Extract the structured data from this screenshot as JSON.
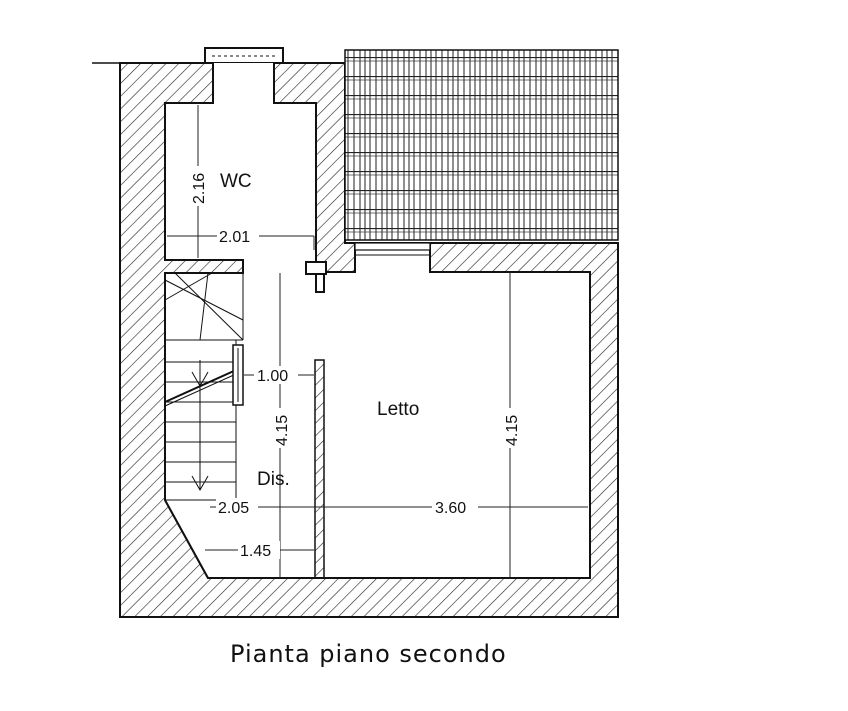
{
  "rooms": {
    "wc": "WC",
    "letto": "Letto",
    "dis": "Dis."
  },
  "dimensions": {
    "wc_height": "2.16",
    "wc_width": "2.01",
    "passage_width": "1.00",
    "dis_height": "4.15",
    "letto_height": "4.15",
    "dis_width": "2.05",
    "letto_width": "3.60",
    "lower_width": "1.45"
  },
  "caption": "Pianta piano secondo",
  "colors": {
    "ink": "#111111",
    "background": "#ffffff"
  }
}
